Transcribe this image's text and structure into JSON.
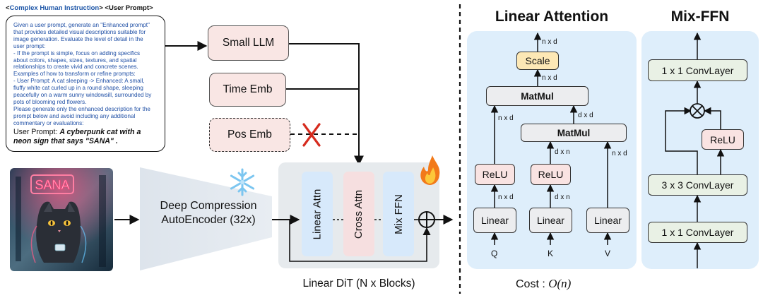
{
  "instruction": {
    "header_part1": "<",
    "header_blue": "Complex Human Instruction",
    "header_part2": "> <User Prompt>",
    "text": "Given a user prompt, generate an \"Enhanced prompt\"\nthat provides detailed visual descriptions suitable for\nimage generation. Evaluate the level of detail in the\nuser prompt:\n- If the prompt is simple, focus on adding specifics\nabout colors, shapes, sizes, textures, and spatial\nrelationships to create vivid and concrete scenes.\nExamples of how to transform or refine prompts:\n- User Prompt: A cat sleeping -> Enhanced: A small,\nfluffy white cat curled up in a round shape, sleeping\npeacefully on a warm sunny windowsill, surrounded by\npots of blooming red flowers.\nPlease generate only the enhanced description for the\nprompt below and avoid including any additional\ncommentary or evaluations:",
    "user_prompt_label": "User Prompt: ",
    "user_prompt_value": "A cyberpunk cat with a neon sign that says \"SANA\" ."
  },
  "condition_boxes": {
    "small_llm": "Small LLM",
    "time_emb": "Time Emb",
    "pos_emb": "Pos Emb"
  },
  "image": {
    "neon_text": "SANA"
  },
  "autoencoder": {
    "label": "Deep Compression AutoEncoder (32x)"
  },
  "dit": {
    "linear_attn": "Linear Attn",
    "cross_attn": "Cross Attn",
    "mix_ffn": "Mix FFN",
    "caption": "Linear DiT (N x Blocks)"
  },
  "linear_attention": {
    "title": "Linear Attention",
    "scale": "Scale",
    "matmul_top": "MatMul",
    "matmul_mid": "MatMul",
    "relu_left": "ReLU",
    "relu_mid": "ReLU",
    "linear_q": "Linear",
    "linear_k": "Linear",
    "linear_v": "Linear",
    "input_q": "Q",
    "input_k": "K",
    "input_v": "V",
    "dim_out": "n x d",
    "dim_scale_in": "n x d",
    "dim_left_upper": "n x d",
    "dim_left_lower": "n x d",
    "dim_mid_upper": "d x d",
    "dim_mid_middle": "d x n",
    "dim_mid_lower": "d x n",
    "dim_right": "n x d",
    "cost_label": "Cost : ",
    "cost_value": "O(n)"
  },
  "mix_ffn": {
    "title": "Mix-FFN",
    "conv_top": "1 x 1 ConvLayer",
    "relu": "ReLU",
    "conv_mid": "3 x 3 ConvLayer",
    "conv_bottom": "1 x 1 ConvLayer"
  },
  "colors": {
    "panel_blue": "#deeefb",
    "pink": "#f9e6e4",
    "red_cross": "#d62b1e",
    "instruction_blue": "#1f57a8"
  }
}
